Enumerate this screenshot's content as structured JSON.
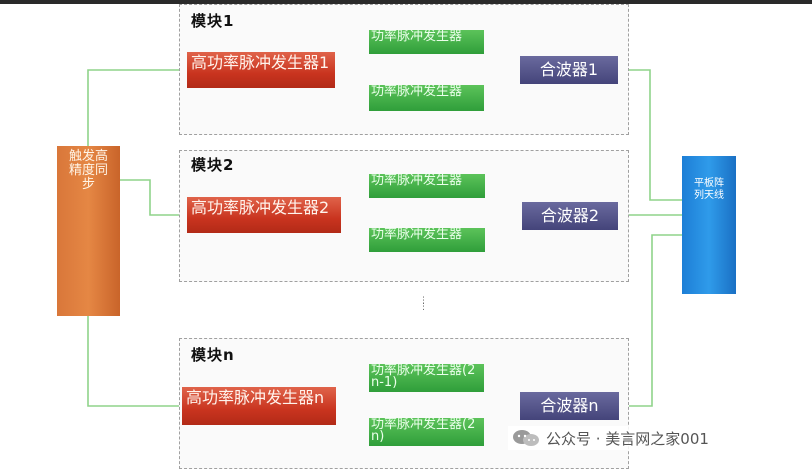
{
  "modules": [
    {
      "title": "模块1",
      "hp_gen": "高功率脉冲发生器1",
      "pulse_gens": [
        "功率脉冲发生器",
        "功率脉冲发生器"
      ],
      "combiner": "合波器1"
    },
    {
      "title": "模块2",
      "hp_gen": "高功率脉冲发生器2",
      "pulse_gens": [
        "功率脉冲发生器",
        "功率脉冲发生器"
      ],
      "combiner": "合波器2"
    },
    {
      "title": "模块n",
      "hp_gen": "高功率脉冲发生器n",
      "pulse_gens": [
        "功率脉冲发生器(2n-1)",
        "功率脉冲发生器(2n)"
      ],
      "combiner": "合波器n"
    }
  ],
  "trigger": "触发高精度同步",
  "antenna": "平板阵列天线",
  "ellipsis": "⋮",
  "watermark": {
    "text": "公众号 · 美言网之家001",
    "icon": "wechat-icon"
  },
  "colors": {
    "hp_generator": "#c9341f",
    "pulse_generator": "#2f9e3a",
    "combiner": "#4e4e86",
    "trigger": "#e07d3c",
    "antenna": "#2a8fe0",
    "wire": "#7fcf7a"
  }
}
